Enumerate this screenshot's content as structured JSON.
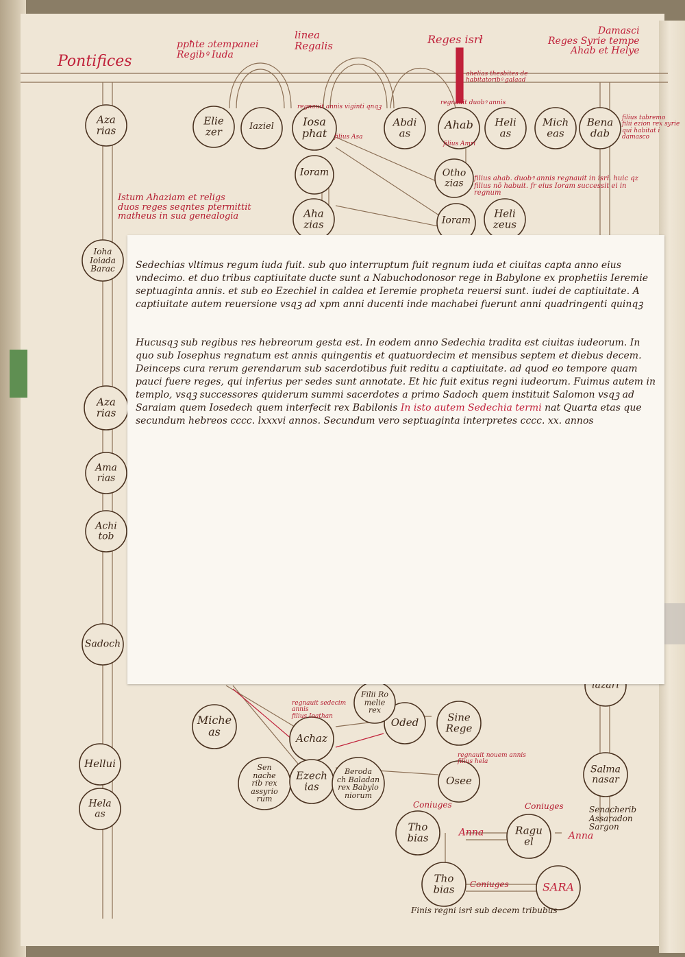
{
  "colors": {
    "parchment": "#efe6d6",
    "ink": "#3a2415",
    "rubric": "#c0213a",
    "overlay": "#faf7f1"
  },
  "headers": {
    "pontifices": "Pontifices",
    "prophete": "ppħte ɔtempanei\nRegibꝰ Iuda",
    "linea": "linea\nRegalis",
    "reges_israel": "Reges isrł",
    "damasci": "Damasci\nReges Syrie tempe\nAhab et Helye"
  },
  "circles": {
    "azarias": "Aza\nrias",
    "eliezer": "Elie\nzer",
    "iaziel": "Iaziel",
    "iosaphat": "Iosa\nphat",
    "abdias": "Abdi\nas",
    "ahab": "Ahab",
    "helias": "Heli\nas",
    "micheas": "Mich\neas",
    "benadab": "Bena\ndab",
    "ioram": "Ioram",
    "othozias": "Otho\nzias",
    "ahazias": "Aha\nzias",
    "ioram_israel": "Ioram",
    "heliseus": "Heli\nzeus",
    "iohas_ioiada": "Ioha\nIoiada\nBarac",
    "azarias_2": "Aza\nrias",
    "amarias": "Ama\nrias",
    "achitob": "Achi\ntob",
    "sadoch": "Sadoch",
    "hellui": "Hellui",
    "helias_2": "Hela\nas",
    "micheas_2": "Miche\nas",
    "achaz": "Achaz",
    "sennacherib": "Sen\nnache\nrib rex\nassyrio\nrum",
    "ezechias": "Ezech\nias",
    "berodach": "Beroda\nch Baladan\nrex Babylo\nniorum",
    "odeb": "Oded",
    "sine_rege": "Sine\nRege",
    "osee": "Osee",
    "filii_romelie": "Filii Ro\nmelie\nrex",
    "lazarus": "lazari",
    "salmanassar": "Salma\nnasar",
    "thobias": "Tho\nbias",
    "anna": "Anna",
    "raguel": "Ragu\nel",
    "anna_2": "Anna",
    "thobias_2": "Tho\nbias",
    "sara": "SARA"
  },
  "notes": {
    "istum": "Istum Ahaziam et religs\nduos reges seqntes ptermittit\nmatheus in sua genealogia",
    "regnauit_iosaphat": "regnauit annis viginti qnqꝫ",
    "filius_asa": "filius Asa",
    "ahab_note": "ahelias thesbites de\nhabitatoribꝰ galaad",
    "regnauit_ahab": "regnauit duobꝰ annis",
    "filius_amri": "filius Amri",
    "benadab_note": "filius tabremo\nfilii ezion rex syrie\nqui habitat i\ndamasco",
    "ioram_note": "filius ahab. duobꝰ annis regnauit in isrł. huic qz\nfilius nō habuit. fr eius Ioram successit ei in\nregnum",
    "coniuges_1": "Coniuges",
    "coniuges_2": "Coniuges",
    "coniuges_3": "Coniuges",
    "senacherib_note": "Senacherib\nAssaradon\nSargon",
    "osee_note": "regnauit nouem annis\nfilius hela",
    "achaz_note": "regnauit sedecim\nannis\nfilius Ioathan",
    "bottom_note": "Finis regni isrł sub decem tribubus"
  },
  "overlay": {
    "para1": "Sedechias vltimus regum iuda fuit. sub quo interruptum fuit regnum iuda et ciuitas capta anno eius vndecimo. et duo tribus captiuitate ducte sunt a Nabuchodonosor rege in Babylone ex prophetiis Ieremie septuaginta annis. et sub eo Ezechiel in caldea et Ieremie propheta reuersi sunt. iudei de captiuitate. A captiuitate autem reuersione vsqꝫ ad xpm anni ducenti inde machabei fuerunt anni quadringenti quinqꝫ",
    "para2": "Hucusqꝫ sub regibus res hebreorum gesta est. In eodem anno Sedechia tradita est ciuitas iudeorum. In quo sub Iosephus regnatum est annis quingentis et quatuordecim et mensibus septem et diebus decem. Deinceps cura rerum gerendarum sub sacerdotibus fuit reditu a captiuitate. ad quod eo tempore quam pauci fuere reges, qui inferius per sedes sunt annotate. Et hic fuit exitus regni iudeorum. Fuimus autem in templo, vsqꝫ successores quiderum summi sacerdotes a primo Sadoch quem instituit Salomon vsqꝫ ad Saraiam quem Iosedech quem interfecit rex Babilonis",
    "para2_rubric": "In isto autem Sedechia termi",
    "para2_tail": "nat Quarta etas que secundum hebreos cccc. lxxxvi annos. Secundum vero septuaginta interpretes cccc. xx. annos"
  }
}
